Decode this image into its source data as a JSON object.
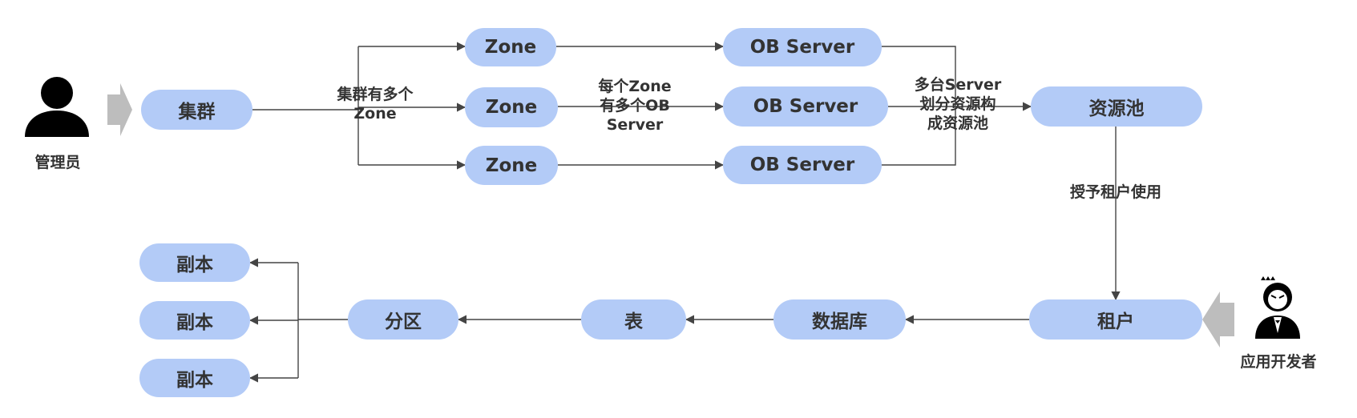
{
  "actors": {
    "admin": {
      "label": "管理员",
      "icon": "person-icon"
    },
    "developer": {
      "label": "应用开发者",
      "icon": "developer-person-icon"
    }
  },
  "nodes": {
    "cluster": "集群",
    "zone_1": "Zone",
    "zone_2": "Zone",
    "zone_3": "Zone",
    "server_1": "OB Server",
    "server_2": "OB Server",
    "server_3": "OB Server",
    "resource_pool": "资源池",
    "tenant": "租户",
    "database": "数据库",
    "table": "表",
    "partition": "分区",
    "replica_1": "副本",
    "replica_2": "副本",
    "replica_3": "副本"
  },
  "edge_labels": {
    "cluster_zones": "集群有多个\nZone",
    "zone_servers": "每个Zone\n有多个OB\nServer",
    "servers_pool": "多台Server\n划分资源构\n成资源池",
    "pool_tenant": "授予租户使用"
  },
  "colors": {
    "node_fill": "#b3cbf7",
    "text": "#333333",
    "line": "#444444",
    "entry_arrow": "#bdbdbd",
    "icon": "#000000"
  }
}
